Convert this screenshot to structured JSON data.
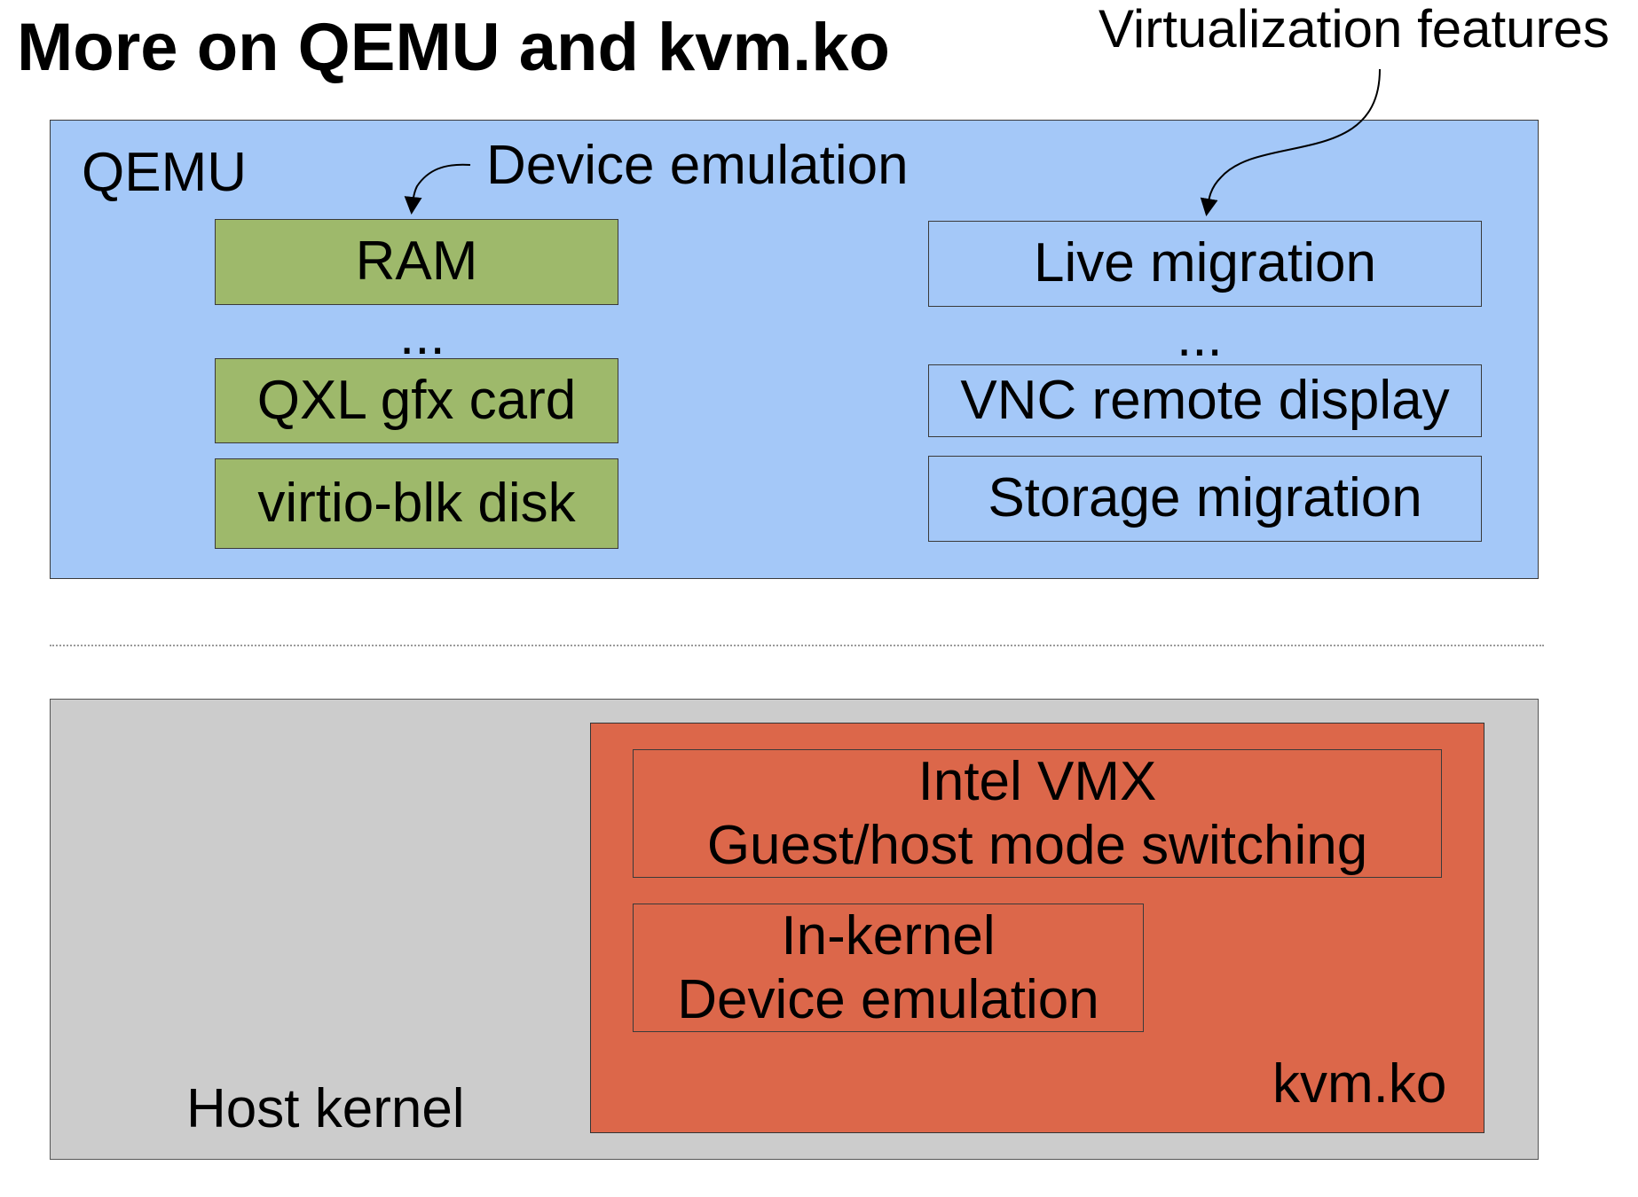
{
  "title": "More on QEMU and kvm.ko",
  "annotations": {
    "virtualization_features": "Virtualization features",
    "device_emulation": "Device emulation"
  },
  "qemu": {
    "label": "QEMU",
    "devices": [
      "RAM",
      "...",
      "QXL gfx card",
      "virtio-blk disk"
    ],
    "features": [
      "Live migration",
      "...",
      "VNC remote display",
      "Storage migration"
    ]
  },
  "host": {
    "label": "Host kernel",
    "kvm": {
      "label": "kvm.ko",
      "vmx": {
        "line1": "Intel VMX",
        "line2": "Guest/host mode switching"
      },
      "inkernel": {
        "line1": "In-kernel",
        "line2": "Device emulation"
      }
    }
  },
  "colors": {
    "qemu_bg": "#a4c8f8",
    "device_bg": "#9eb96b",
    "host_bg": "#cccccc",
    "kvm_bg": "#dc674a"
  }
}
